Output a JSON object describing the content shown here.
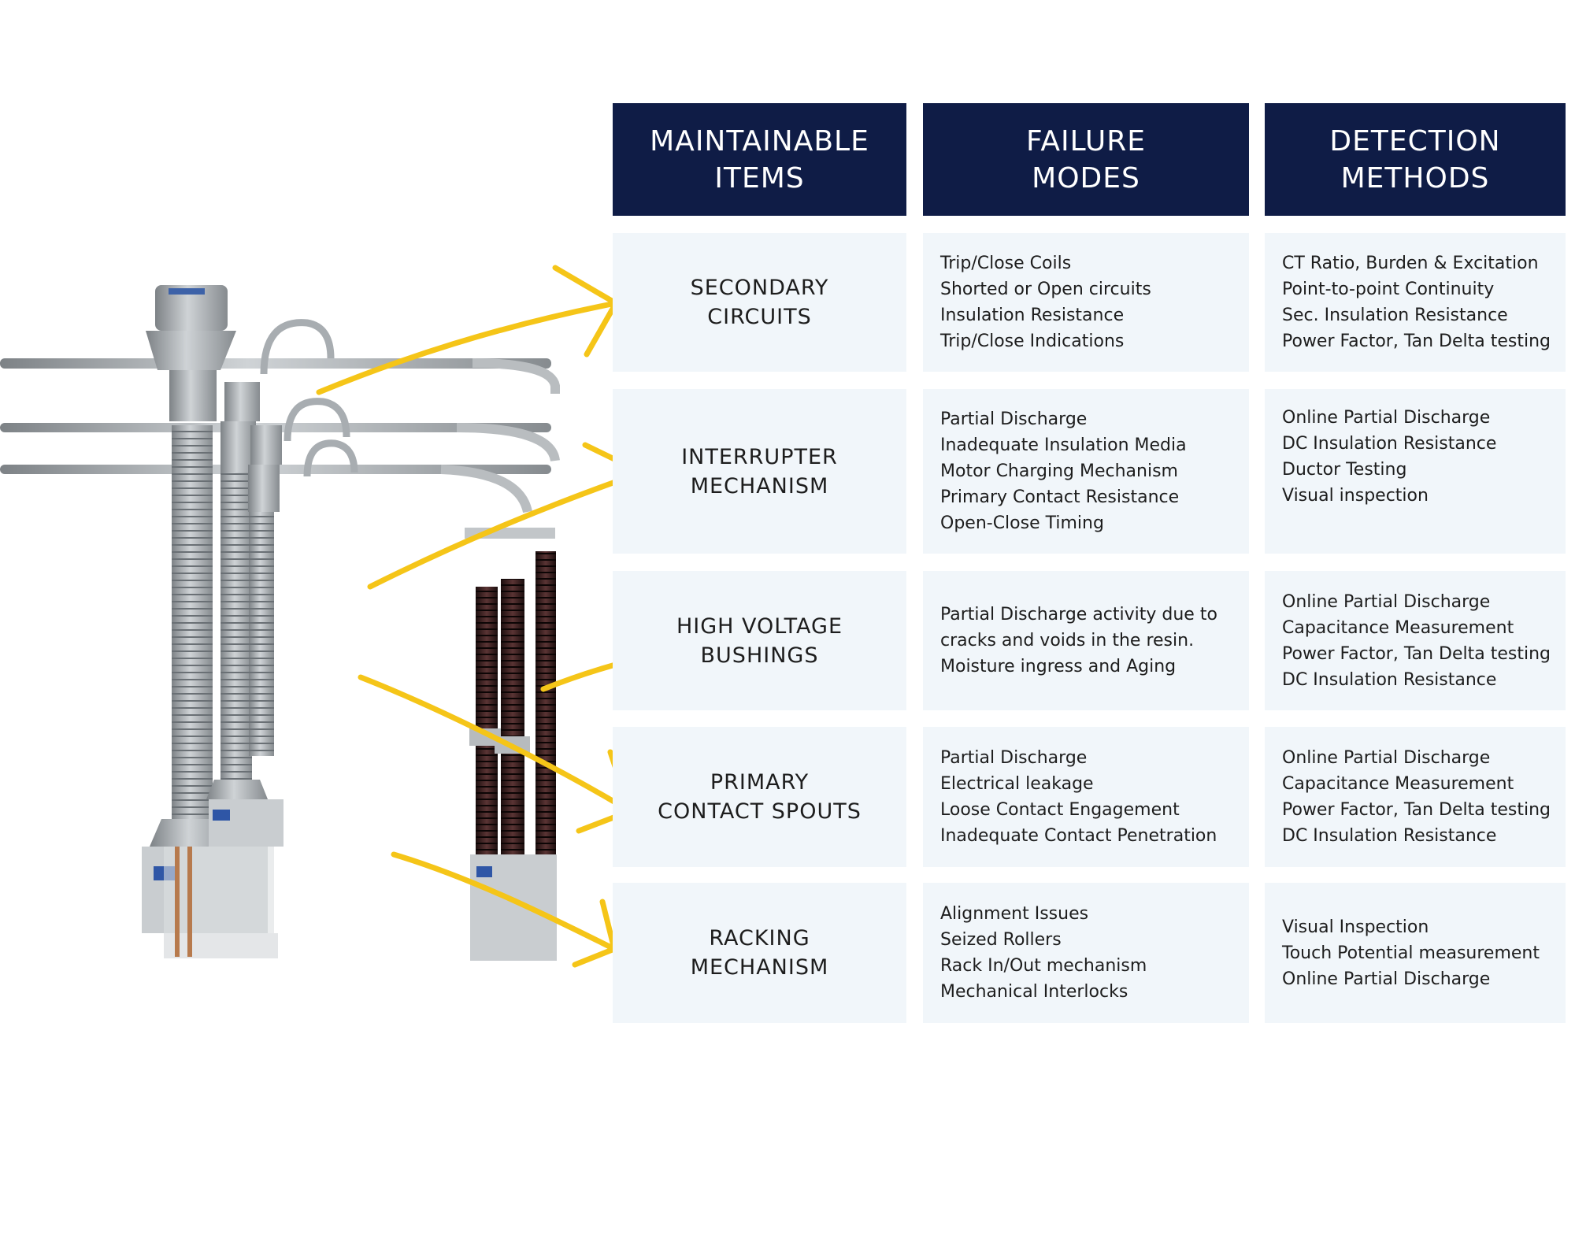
{
  "headers": {
    "items": "MAINTAINABLE\nITEMS",
    "failure": "FAILURE\nMODES",
    "detection": "DETECTION\nMETHODS"
  },
  "rows": [
    {
      "item": "SECONDARY\nCIRCUITS",
      "failure_modes": [
        "Trip/Close Coils",
        "Shorted or Open circuits",
        "Insulation Resistance",
        "Trip/Close Indications"
      ],
      "detection_methods": [
        "CT Ratio, Burden & Excitation",
        "Point-to-point Continuity",
        "Sec. Insulation Resistance",
        "Power Factor, Tan Delta testing"
      ]
    },
    {
      "item": "INTERRUPTER\nMECHANISM",
      "failure_modes": [
        "Partial Discharge",
        "Inadequate Insulation Media",
        "Motor Charging Mechanism",
        "Primary Contact Resistance",
        "Open-Close Timing"
      ],
      "detection_methods": [
        "Online Partial Discharge",
        "DC Insulation Resistance",
        "Ductor Testing",
        "Visual inspection"
      ]
    },
    {
      "item": "HIGH VOLTAGE\nBUSHINGS",
      "failure_modes": [
        "Partial Discharge activity due to",
        "cracks and voids in the resin.",
        "Moisture ingress and Aging"
      ],
      "detection_methods": [
        "Online Partial Discharge",
        "Capacitance Measurement",
        "Power Factor, Tan Delta testing",
        "DC Insulation Resistance"
      ]
    },
    {
      "item": "PRIMARY\nCONTACT SPOUTS",
      "failure_modes": [
        "Partial Discharge",
        "Electrical leakage",
        "Loose Contact Engagement",
        "Inadequate Contact Penetration"
      ],
      "detection_methods": [
        "Online Partial Discharge",
        "Capacitance Measurement",
        "Power Factor, Tan Delta testing",
        "DC Insulation Resistance"
      ]
    },
    {
      "item": "RACKING\nMECHANISM",
      "failure_modes": [
        "Alignment Issues",
        "Seized Rollers",
        "Rack In/Out mechanism",
        "Mechanical Interlocks"
      ],
      "detection_methods": [
        "Visual Inspection",
        "Touch Potential measurement",
        "Online Partial Discharge"
      ]
    }
  ],
  "colors": {
    "header_bg": "#0f1c46",
    "cell_bg": "#f1f6fa",
    "arrow": "#f5c518"
  }
}
